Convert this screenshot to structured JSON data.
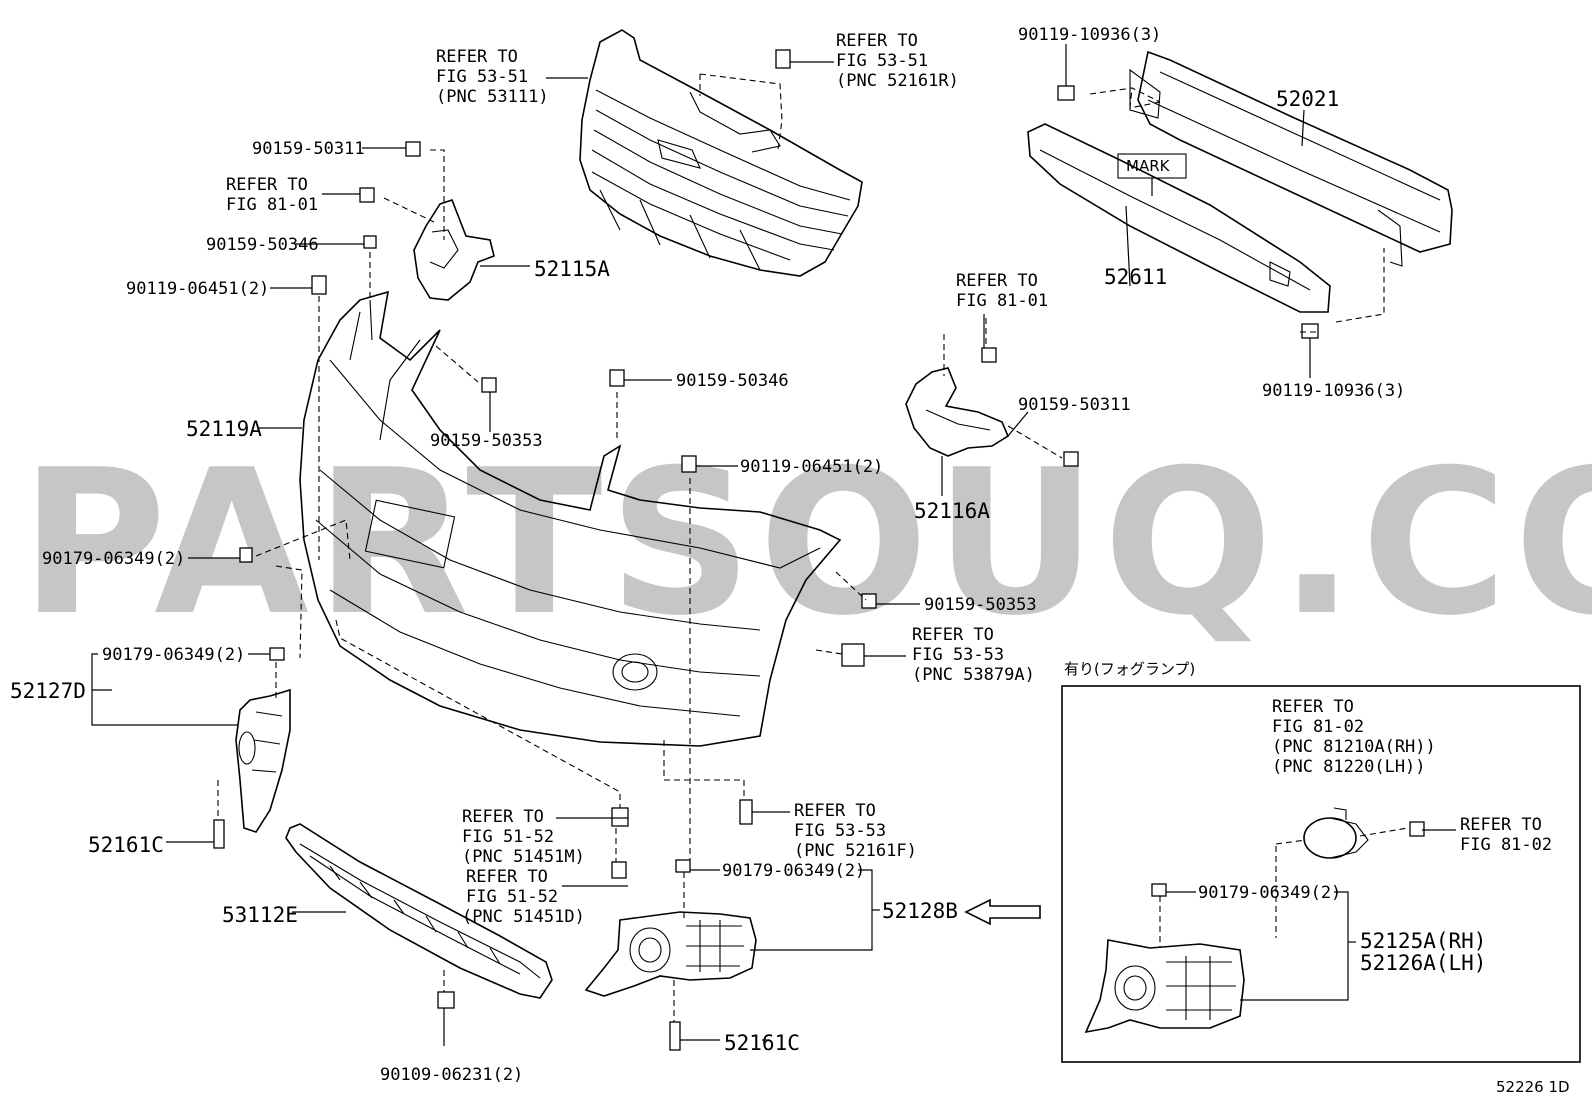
{
  "watermark": "PARTSOUQ.COM",
  "diagram_code": "52226 1D",
  "inset": {
    "title": "有り(フォグランプ)"
  },
  "labels": {
    "ref_grille_1": "REFER TO",
    "ref_grille_2": "FIG 53-51",
    "ref_grille_3": "(PNC 53111)",
    "ref_clip_1": "REFER TO",
    "ref_clip_2": "FIG 53-51",
    "ref_clip_3": "(PNC 52161R)",
    "p_90119_10936_top": "90119-10936(3)",
    "p_52021": "52021",
    "p_mark": "MARK",
    "p_52611": "52611",
    "p_90159_50311_left": "90159-50311",
    "ref_81_01_left_1": "REFER TO",
    "ref_81_01_left_2": "FIG 81-01",
    "p_90159_50346_left": "90159-50346",
    "p_52115A": "52115A",
    "p_90119_06451_left": "90119-06451(2)",
    "ref_81_01_right_1": "REFER TO",
    "ref_81_01_right_2": "FIG 81-01",
    "p_90119_10936_bottom": "90119-10936(3)",
    "p_90159_50346_mid": "90159-50346",
    "p_52119A": "52119A",
    "p_90159_50353_left": "90159-50353",
    "p_90159_50311_right": "90159-50311",
    "p_90119_06451_mid": "90119-06451(2)",
    "p_52116A": "52116A",
    "p_90179_06349_left": "90179-06349(2)",
    "p_90159_50353_right": "90159-50353",
    "ref_53_53_top_1": "REFER TO",
    "ref_53_53_top_2": "FIG 53-53",
    "ref_53_53_top_3": "(PNC 53879A)",
    "p_90179_06349_left2": "90179-06349(2)",
    "p_52127D": "52127D",
    "ref_fog_1": "REFER TO",
    "ref_fog_2": "FIG 81-02",
    "ref_fog_3": "(PNC 81210A(RH))",
    "ref_fog_4": "(PNC 81220(LH))",
    "ref_51_52_a_1": "REFER TO",
    "ref_51_52_a_2": "FIG 51-52",
    "ref_51_52_a_3": "(PNC 51451M)",
    "ref_53_53_bot_1": "REFER TO",
    "ref_53_53_bot_2": "FIG 53-53",
    "ref_53_53_bot_3": "(PNC 52161F)",
    "ref_fog_bolt_1": "REFER TO",
    "ref_fog_bolt_2": "FIG 81-02",
    "p_52161C_left": "52161C",
    "ref_51_52_b_1": "REFER TO",
    "ref_51_52_b_2": "FIG 51-52",
    "ref_51_52_b_3": "(PNC 51451D)",
    "p_90179_06349_mid": "90179-06349(2)",
    "p_90179_06349_inset": "90179-06349(2)",
    "p_53112E": "53112E",
    "p_52128B": "52128B",
    "p_52125A": "52125A(RH)",
    "p_52126A": "52126A(LH)",
    "p_90109_06231": "90109-06231(2)",
    "p_52161C_bottom": "52161C"
  }
}
